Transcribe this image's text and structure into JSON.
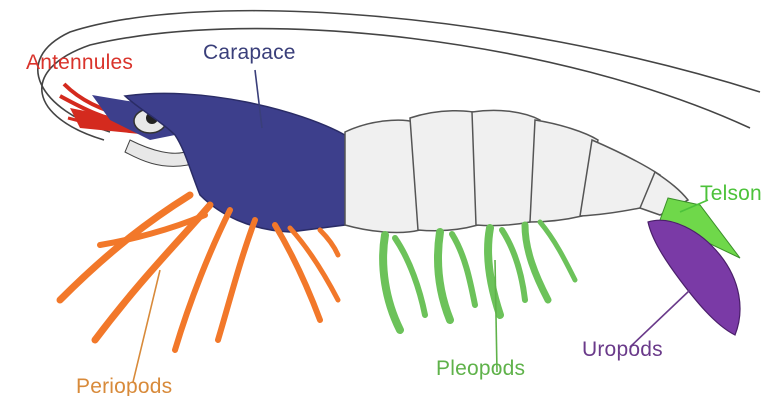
{
  "labels": {
    "antennules": {
      "text": "Antennules",
      "color": "#d9332b"
    },
    "carapace": {
      "text": "Carapace",
      "color": "#3a3f7a"
    },
    "telson": {
      "text": "Telson",
      "color": "#4cc23a"
    },
    "pleopods": {
      "text": "Pleopods",
      "color": "#5fb24a"
    },
    "uropods": {
      "text": "Uropods",
      "color": "#6a3a8a"
    },
    "periopods": {
      "text": "Periopods",
      "color": "#d88a3a"
    }
  },
  "colors": {
    "carapace_fill": "#3d3f8c",
    "antennule_fill": "#d42a1e",
    "periopod_fill": "#f2782a",
    "pleopod_fill": "#6cc25a",
    "telson_fill": "#6fd84a",
    "uropod_fill": "#7a3aa6",
    "abdomen_fill": "#f0f0f0",
    "outline": "#333333"
  }
}
